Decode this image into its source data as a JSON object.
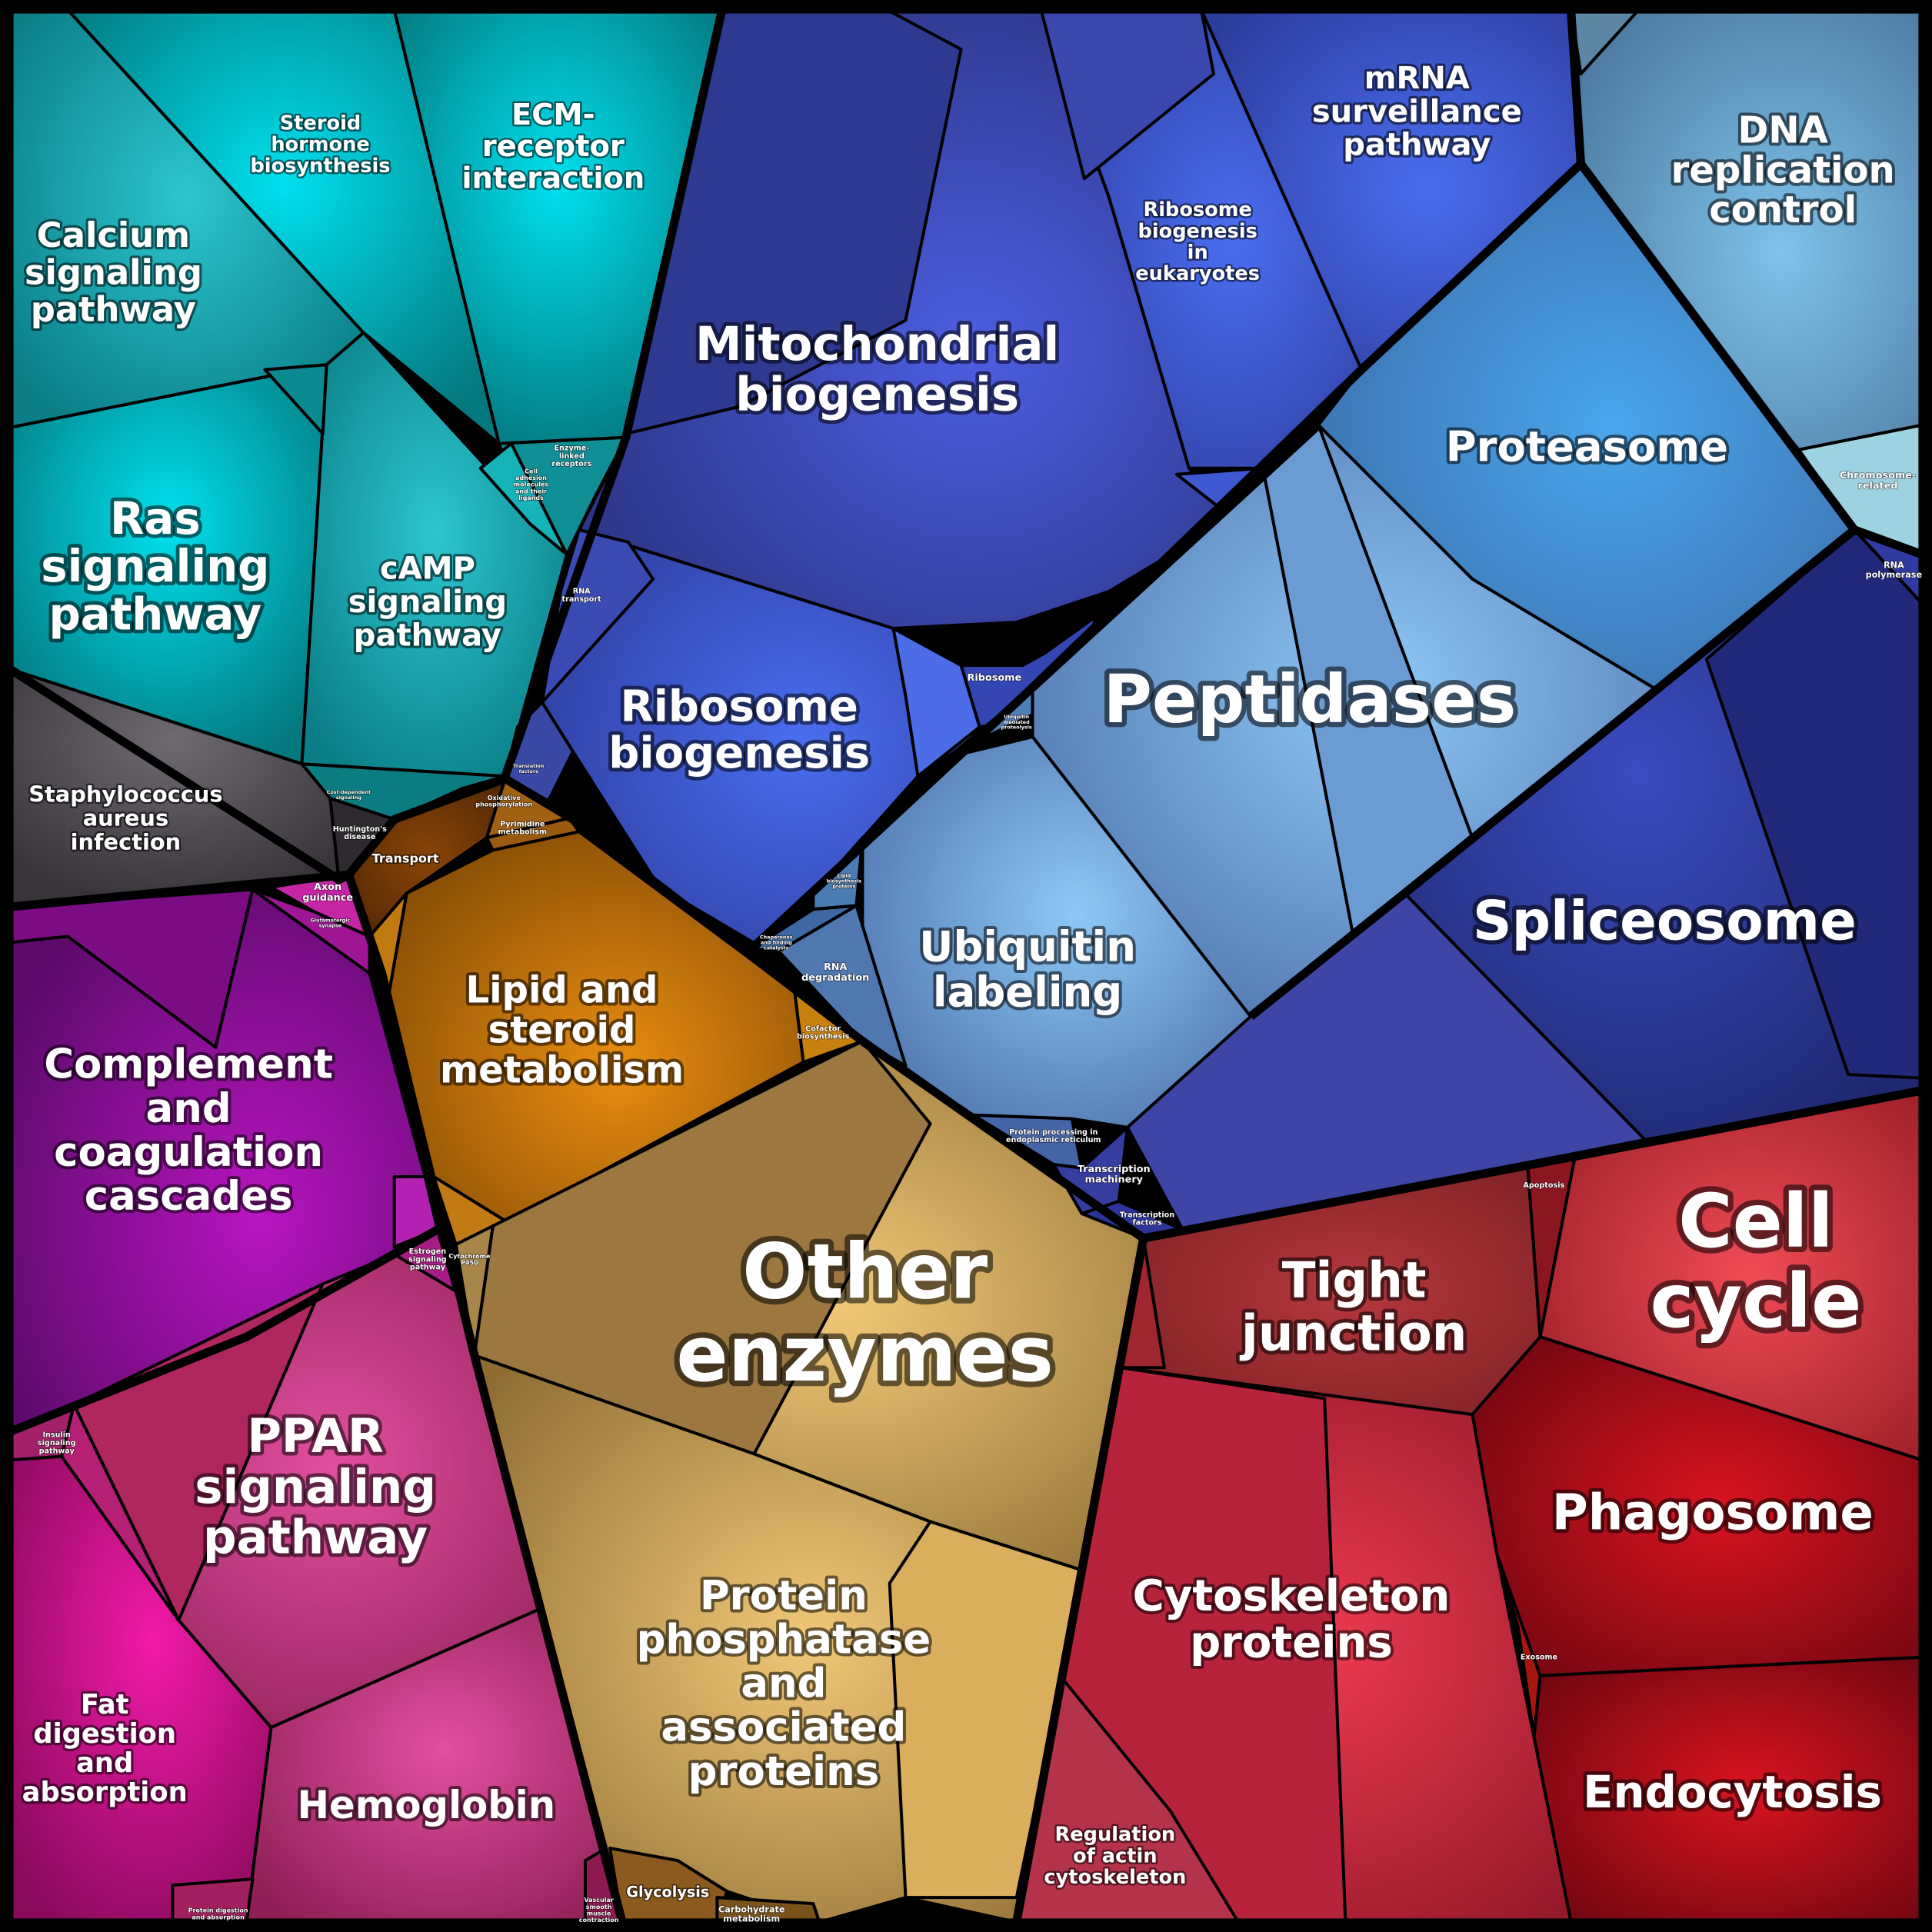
{
  "colors": {
    "teal": "#049aa6",
    "charcoal": "#4e4a50",
    "amber": "#b8710e",
    "magenta": "#9a0b92",
    "pink": "#c8347a",
    "indigo": "#3a48a8",
    "steel_blue": "#5f8fc4",
    "navy": "#2a3592",
    "tan": "#bf9650",
    "crimson": "#b81f34"
  },
  "categories": {
    "calcium": "Calcium signaling pathway",
    "steroid_hormone": "Steroid hormone biosynthesis",
    "ecm": "ECM-receptor interaction",
    "ras": "Ras signaling pathway",
    "camp": "cAMP signaling pathway",
    "enzyme_linked": "Enzyme-linked receptors",
    "cell_adhesion": "Cell adhesion molecules and their ligands",
    "staph": "Staphylococcus aureus infection",
    "huntington": "Huntington's disease",
    "cost_dep": "Cost-dependent signaling",
    "mito": "Mitochondrial biogenesis",
    "ribo_euk": "Ribosome biogenesis in eukaryotes",
    "mrna": "mRNA surveillance pathway",
    "dna": "DNA replication control",
    "proteasome": "Proteasome",
    "chromosome": "Chromosome-related",
    "rna_pol": "RNA polymerase",
    "peptidases": "Peptidases",
    "spliceosome": "Spliceosome",
    "ribo_bio": "Ribosome biogenesis",
    "ribosome": "Ribosome",
    "ubiquitin_mediated": "Ubiquitin mediated proteolysis",
    "rna_transport": "RNA transport",
    "translation_factors": "Translation factors",
    "ubiquitin": "Ubiquitin labeling",
    "lipid_bio": "Lipid biosynthesis proteins",
    "rna_deg": "RNA degradation",
    "chaperones": "Chaperones and folding catalysts",
    "protein_er": "Protein processing in endoplasmic reticulum",
    "tx_machinery": "Transcription machinery",
    "tx_factors": "Transcription factors",
    "oxphos": "Oxidative phosphorylation",
    "pyrimidine": "Pyrimidine metabolism",
    "transport": "Transport",
    "lipid": "Lipid and steroid metabolism",
    "cofactor": "Cofactor biosynthesis",
    "axon": "Axon guidance",
    "glutamatergic": "Glutamatergic synapse",
    "complement": "Complement and coagulation cascades",
    "estrogen": "Estrogen signaling pathway",
    "cytochrome": "Cytochrome P450",
    "other_enzymes": "Other enzymes",
    "ppp": "Protein phosphatase and associated proteins",
    "insulin": "Insulin signaling pathway",
    "ppar": "PPAR signaling pathway",
    "fat": "Fat digestion and absorption",
    "hemoglobin": "Hemoglobin",
    "protein_digestion": "Protein digestion and absorption",
    "vascular": "Vascular smooth muscle contraction",
    "glycolysis": "Glycolysis",
    "carbohydrate": "Carbohydrate metabolism",
    "tight": "Tight junction",
    "apoptosis": "Apoptosis",
    "cell_cycle": "Cell cycle",
    "phagosome": "Phagosome",
    "cytoskeleton": "Cytoskeleton proteins",
    "exosome": "Exosome",
    "actin": "Regulation of actin cytoskeleton",
    "endocytosis": "Endocytosis"
  }
}
